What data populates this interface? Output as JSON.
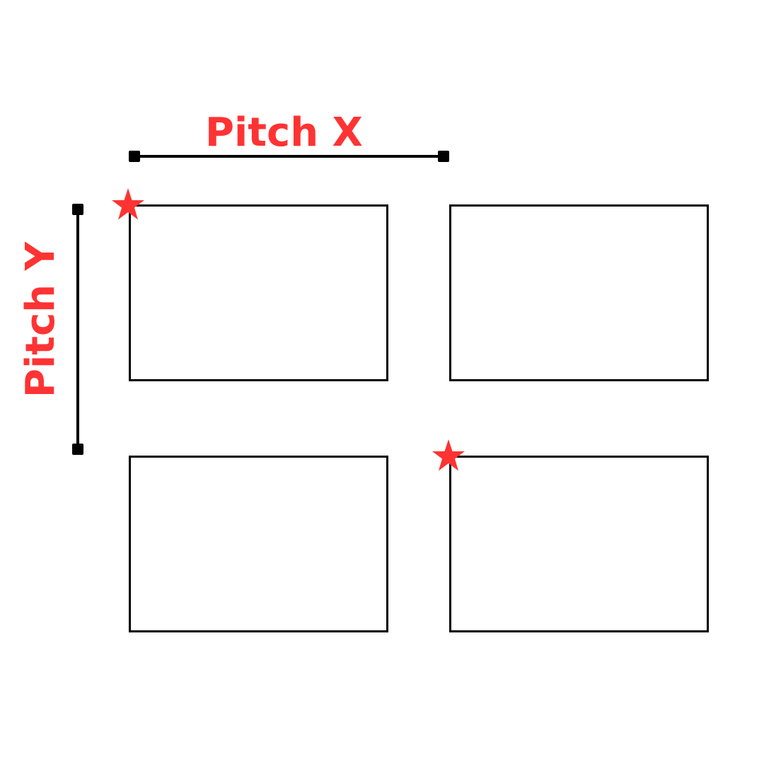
{
  "labels": {
    "pitch_x": "Pitch X",
    "pitch_y": "Pitch Y"
  },
  "colors": {
    "accent": "#ff3333",
    "line": "#000000",
    "background": "#ffffff"
  },
  "grid": {
    "rows": 2,
    "cols": 2,
    "cells": [
      {
        "row": 0,
        "col": 0,
        "marked": true
      },
      {
        "row": 0,
        "col": 1,
        "marked": false
      },
      {
        "row": 1,
        "col": 0,
        "marked": false
      },
      {
        "row": 1,
        "col": 1,
        "marked": true
      }
    ]
  },
  "markers": [
    "star-icon",
    "star-icon"
  ]
}
